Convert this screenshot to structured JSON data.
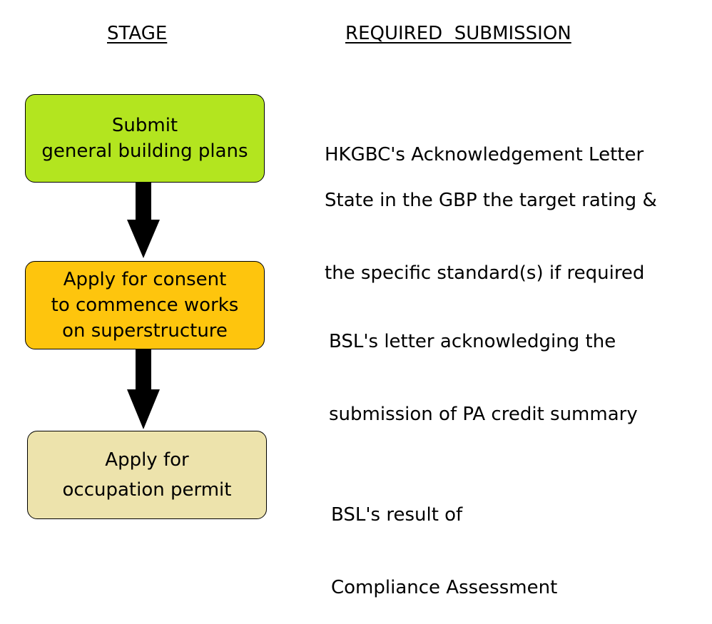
{
  "headers": {
    "stage": "STAGE",
    "required_submission": "REQUIRED  SUBMISSION"
  },
  "stages": [
    {
      "lines": [
        "Submit",
        "general building plans"
      ],
      "fill": "#b3e51f"
    },
    {
      "lines": [
        "Apply for consent",
        "to commence works",
        "on superstructure"
      ],
      "fill": "#fec50d"
    },
    {
      "lines": [
        "Apply for",
        "occupation permit"
      ],
      "fill": "#ede3ac"
    }
  ],
  "submissions": {
    "stage1": [
      [
        "HKGBC's Acknowledgement Letter"
      ],
      [
        "State in the GBP the target rating &",
        "the specific standard(s) if required"
      ]
    ],
    "stage2": [
      [
        "BSL's letter acknowledging the",
        "submission of PA credit summary"
      ]
    ],
    "stage3": [
      [
        "BSL's result of",
        "Compliance Assessment"
      ]
    ]
  },
  "arrow_color": "#000000"
}
